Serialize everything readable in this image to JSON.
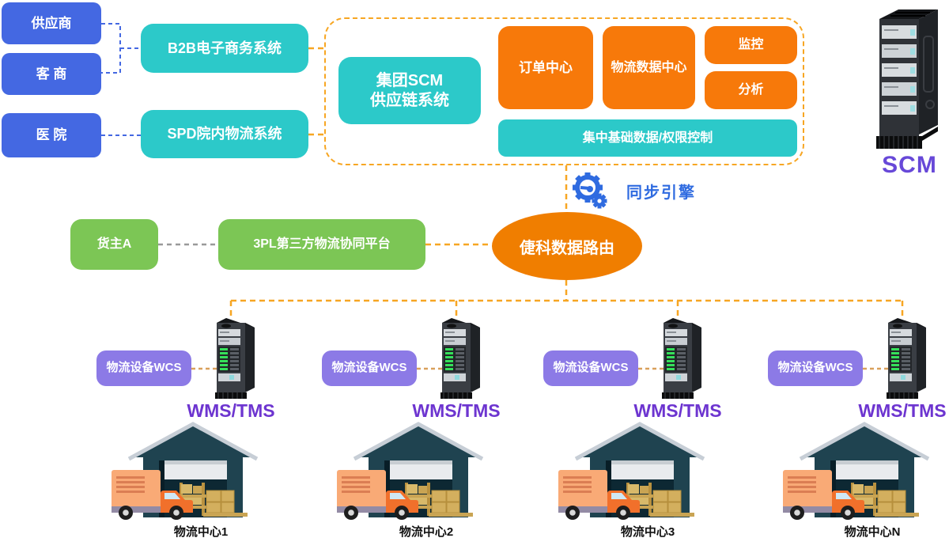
{
  "colors": {
    "source_blue": "#4468E2",
    "system_teal": "#2CC9C9",
    "module_orange": "#F7790A",
    "dash_orange": "#F7A623",
    "router_orange": "#F07E00",
    "partner_green": "#7CC655",
    "wcs_purple": "#8C7AE6",
    "wms_text_purple": "#6D35D0",
    "scm_text_purple": "#6748D8",
    "sync_blue": "#2F6BE0"
  },
  "sources": [
    {
      "label": "供应商"
    },
    {
      "label": "客 商"
    },
    {
      "label": "医 院"
    }
  ],
  "edge_systems": [
    {
      "label": "B2B电子商务系统"
    },
    {
      "label": "SPD院内物流系统"
    }
  ],
  "scm_platform": {
    "title_line1": "集团SCM",
    "title_line2": "供应链系统",
    "modules": [
      {
        "label": "订单中心"
      },
      {
        "label": "物流数据中心"
      },
      {
        "label": "监控"
      },
      {
        "label": "分析"
      }
    ],
    "base_bar": {
      "label": "集中基础数据/权限控制"
    }
  },
  "scm_server": {
    "label": "SCM"
  },
  "sync_engine": {
    "label": "同步引擎"
  },
  "third_party": {
    "owner": {
      "label": "货主A"
    },
    "platform": {
      "label": "3PL第三方物流协同平台"
    }
  },
  "data_router": {
    "label": "倢科数据路由"
  },
  "logistics_centers": [
    {
      "wcs": "物流设备WCS",
      "wms": "WMS/TMS",
      "name": "物流中心1"
    },
    {
      "wcs": "物流设备WCS",
      "wms": "WMS/TMS",
      "name": "物流中心2"
    },
    {
      "wcs": "物流设备WCS",
      "wms": "WMS/TMS",
      "name": "物流中心3"
    },
    {
      "wcs": "物流设备WCS",
      "wms": "WMS/TMS",
      "name": "物流中心N"
    }
  ]
}
